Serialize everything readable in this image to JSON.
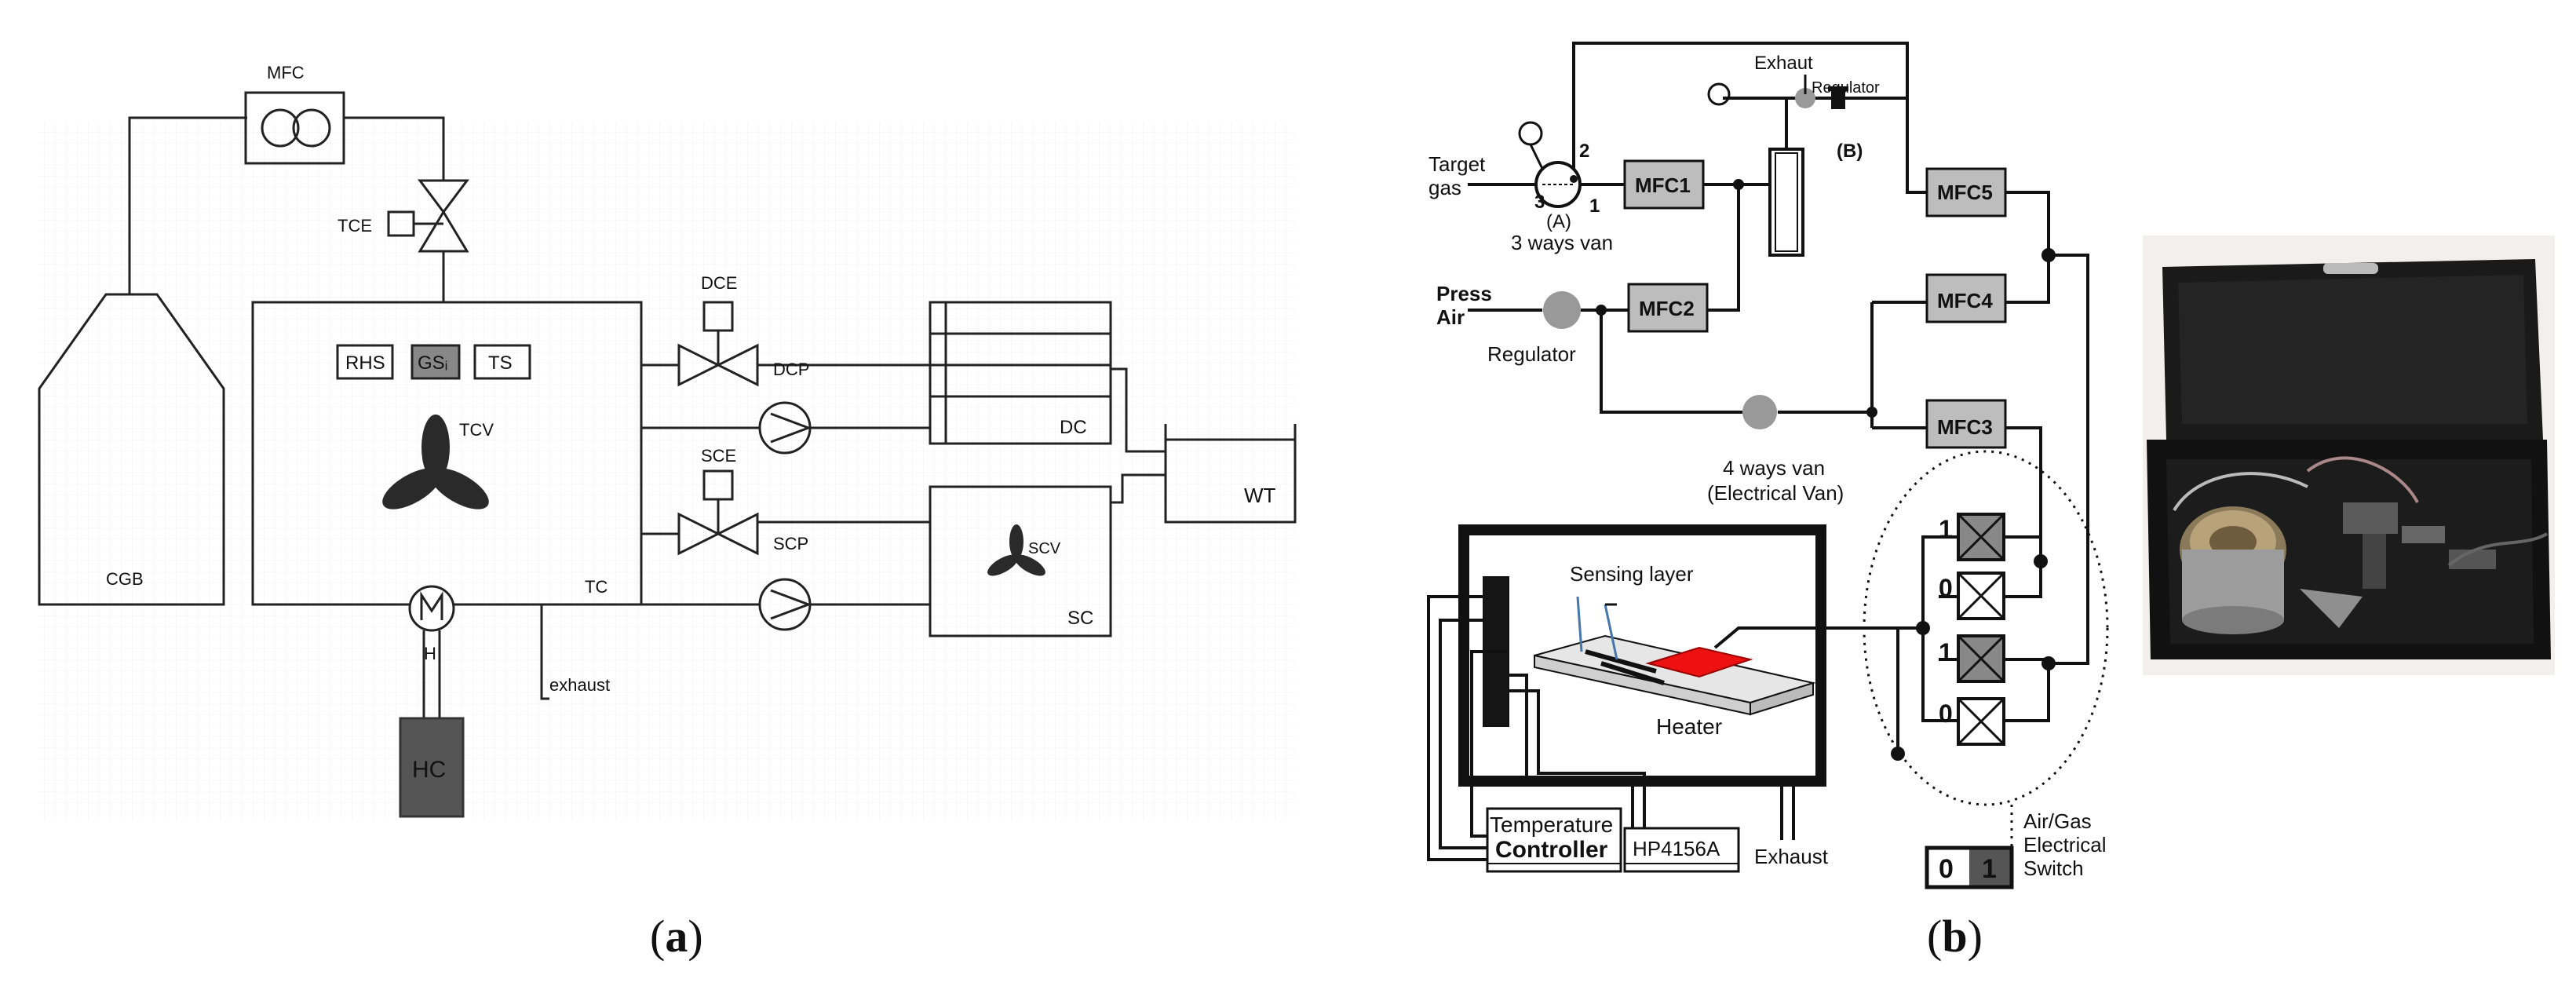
{
  "panel_a": {
    "caption_open": "(",
    "caption_letter": "a",
    "caption_close": ")",
    "labels": {
      "mfc": "MFC",
      "tce": "TCE",
      "dce": "DCE",
      "dcp": "DCP",
      "sce": "SCE",
      "scp": "SCP",
      "scv": "SCV",
      "tcv": "TCV",
      "rhs": "RHS",
      "gsi": "GSᵢ",
      "ts": "TS",
      "tc": "TC",
      "dc": "DC",
      "sc": "SC",
      "wt": "WT",
      "cgb": "CGB",
      "h": "H",
      "hc": "HC",
      "exhaust": "exhaust"
    }
  },
  "panel_b": {
    "caption_open": "(",
    "caption_letter": "b",
    "caption_close": ")",
    "labels": {
      "exhaust_top": "Exhaut",
      "regulator_top": "Regulator",
      "b_marker": "(B)",
      "target": "Target",
      "gas": "gas",
      "port_2": "2",
      "port_3": "3",
      "port_1": "1",
      "a_marker": "(A)",
      "three_way": "3 ways van",
      "mfc1": "MFC1",
      "mfc2": "MFC2",
      "mfc3": "MFC3",
      "mfc4": "MFC4",
      "mfc5": "MFC5",
      "press": "Press",
      "air": "Air",
      "regulator": "Regulator",
      "four_way": "4 ways van",
      "electrical_van": "(Electrical Van)",
      "sensing_layer": "Sensing layer",
      "heater": "Heater",
      "temp1": "Temperature",
      "temp2": "Controller",
      "hp": "HP4156A",
      "exhaust_bottom": "Exhaust",
      "valve_1a": "1",
      "valve_0a": "0",
      "valve_1b": "1",
      "valve_0b": "0",
      "switch_0": "0",
      "switch_1": "1",
      "switch_line1": "Air/Gas",
      "switch_line2": "Electrical",
      "switch_line3": "Switch"
    }
  }
}
